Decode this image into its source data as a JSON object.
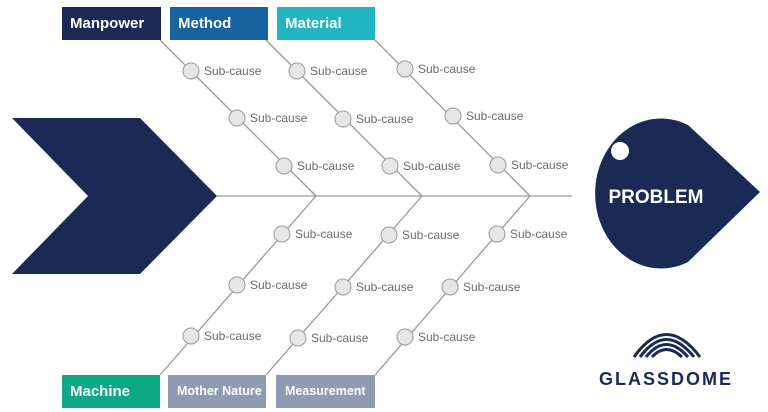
{
  "categories": {
    "top": [
      {
        "label": "Manpower",
        "color": "#1b2a55"
      },
      {
        "label": "Method",
        "color": "#1762a0"
      },
      {
        "label": "Material",
        "color": "#20b5c1"
      }
    ],
    "bottom": [
      {
        "label": "Machine",
        "color": "#0fa887"
      },
      {
        "label": "Mother Nature",
        "color": "#8e9bb3"
      },
      {
        "label": "Measurement",
        "color": "#8e9bb3"
      }
    ]
  },
  "sub_cause_label": "Sub-cause",
  "problem": {
    "label": "PROBLEM",
    "color": "#1b2a55"
  },
  "tail_color": "#1b2a55",
  "spine_color": "#9a9a9a",
  "node_color": "#e6e6e6",
  "logo": {
    "text": "GLASSDOME",
    "color": "#1b2a55"
  }
}
